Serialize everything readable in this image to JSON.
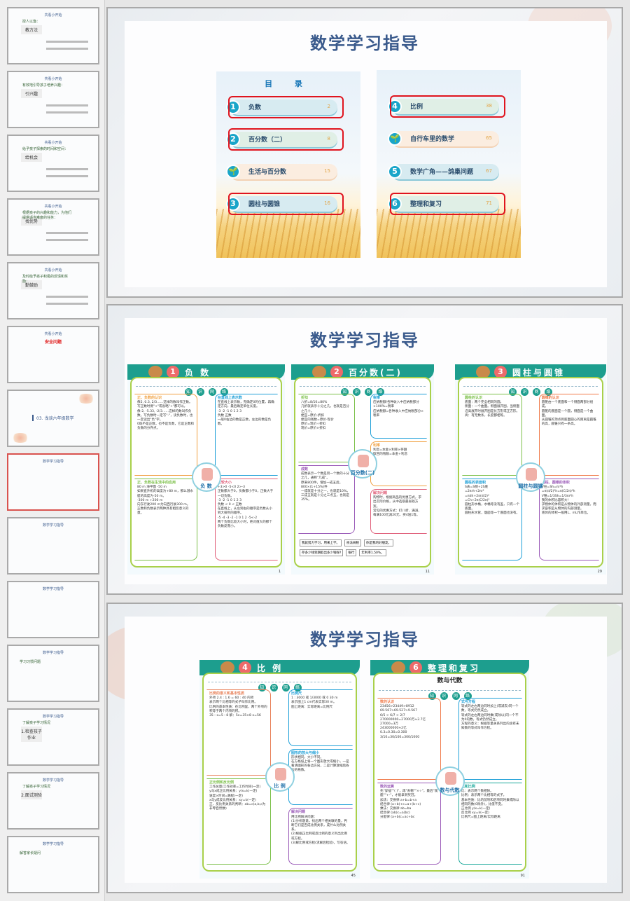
{
  "sidebar": {
    "thumbs": [
      {
        "head": "共看小开始",
        "title": "教方法",
        "text": "授人以渔："
      },
      {
        "head": "共看小开始",
        "title": "引兴趣",
        "text": "有效地引导孩子培养兴趣："
      },
      {
        "head": "共看小开始",
        "title": "给机会",
        "text": "给予孩子探索的时间和空间："
      },
      {
        "head": "共看小开始",
        "title": "找优势",
        "text": "根据孩子的兴趣和能力，为他们提供适当难度的任务："
      },
      {
        "head": "共看小开始",
        "title": "勤鼓励",
        "text": "及时给予孩子积极的反馈和奖励："
      },
      {
        "head": "共看小开始",
        "red": "安全问题"
      },
      {
        "section": "03. 浅谈六年级数学"
      },
      {
        "head": "数学学习指导",
        "selected": true
      },
      {
        "head": "数学学习指导"
      },
      {
        "head": "数学学习指导"
      },
      {
        "head": "数学学习指导",
        "text": "学习习惯问题"
      },
      {
        "head": "数学学习指导",
        "text": "了解孩子学习情况",
        "title": "1.检查孩子作业"
      },
      {
        "head": "数学学习指导",
        "text": "了解孩子学习情况",
        "title": "2.面试测验"
      },
      {
        "head": "数学学习指导",
        "text": "解答家长疑问"
      }
    ]
  },
  "slide1": {
    "title": "数学学习指导",
    "toc_heading": "目 录",
    "left_items": [
      {
        "num": "1",
        "label": "负数",
        "page": "2",
        "style": "blue",
        "highlight": true
      },
      {
        "num": "2",
        "label": "百分数（二）",
        "page": "8",
        "style": "green",
        "highlight": true
      },
      {
        "num": "🌱",
        "label": "生活与百分数",
        "page": "15",
        "style": "orange",
        "highlight": false
      },
      {
        "num": "3",
        "label": "圆柱与圆锥",
        "page": "16",
        "style": "blue",
        "highlight": true
      }
    ],
    "right_items": [
      {
        "num": "4",
        "label": "比例",
        "page": "38",
        "style": "green",
        "highlight": true
      },
      {
        "num": "🌱",
        "label": "自行车里的数学",
        "page": "65",
        "style": "orange",
        "highlight": false
      },
      {
        "num": "5",
        "label": "数学广角——鸽巢问题",
        "page": "67",
        "style": "blue",
        "highlight": false
      },
      {
        "num": "6",
        "label": "整理和复习",
        "page": "71",
        "style": "green",
        "highlight": true
      }
    ],
    "highlight_color": "#e0141e"
  },
  "slide2": {
    "title": "数学学习指导"
  },
  "slide3": {
    "title": "数学学习指导"
  },
  "net_label": [
    "知",
    "识",
    "网",
    "络"
  ],
  "cards": [
    {
      "num": "1",
      "title": "负 数",
      "center": "负 数",
      "page": "1",
      "left": [
        {
          "label": "正、负数的认识",
          "color": "#f0a040",
          "lines": [
            "像5, 0.3, 2/3……这样的数叫作正数。写正数时要\"+\"或省略\"+\"都可以。",
            "像-2, -5.33, -2/3……这样的数叫作负数。写负数时一定写\"-\"，读负数时，也一定读出\"负\"字。",
            "0既不是正数，也不是负数，它是正数和负数的分界点。"
          ]
        },
        {
          "label": "正、负数在生活中的应用",
          "color": "#7cc04a",
          "lines": [
            "80 m 海平面 -50 m",
            "如果直升机的高度为+80 m，那么潜水艇的高度为-50 m。",
            "-300 m  +200 m",
            "向东行驶200 m为向西行驶300 m。",
            "正数和负数表示两种具有相反意义的量。"
          ]
        }
      ],
      "right": [
        {
          "label": "在直线上表示数",
          "color": "#1fa0d8",
          "lines": [
            "在直线上表示数，先确定0的位置，再确定方向，最后确定单位长度。",
            "-3 -2 -1 0 1 2 3",
            "负数 正数",
            "一般0右边的数是正数，左边的数是负数。"
          ]
        },
        {
          "label": "比较大小",
          "color": "#e0607a",
          "lines": [
            "+3>0  -5<0  2>-3",
            "正数都大于0，负数都小于0，正数大于一切负数。",
            "-3 -2 -1 0 1 2 3",
            "负数 < 0 < 正数",
            "在直线上，从左到右的顺序是负数从小到大排列的顺序。",
            "-5 -4 -3 -2 -1 0 1 2  -5<-2",
            "两个负数比较大小时，绝对值大的那个负数反而小。"
          ]
        }
      ]
    },
    {
      "num": "2",
      "title": "百分数(二)",
      "center": "百分数(二)",
      "page": "11",
      "left": [
        {
          "label": "折扣",
          "color": "#7cc04a",
          "lines": [
            "八折=8/10=80%",
            "几折就表示十分之几，也就是百分之几十。",
            "便宜=原价-折扣",
            "便宜的钱数=原价-现价",
            "原价=现价÷折扣",
            "现价=原价×折扣"
          ]
        },
        {
          "label": "成数",
          "color": "#9a5ab8",
          "lines": [
            "成数表示一个数是另一个数的十分之几，通称\"几成\"。",
            "原来800件，增加一成五后，800×(1+15%)件",
            "一成就是十分之一，也就是10%。三成五就是十分之三点五，也就是35%。"
          ]
        }
      ],
      "right": [
        {
          "label": "税率",
          "color": "#1fa0d8",
          "lines": [
            "应纳税额/各种收入中应纳税部分×100%=税率",
            "应纳税额=各种收入中应纳税部分×税率"
          ]
        },
        {
          "label": "利率",
          "color": "#f0a040",
          "lines": [
            "利息=本金×利率×存期",
            "取回的钱数=本金+利息"
          ]
        },
        {
          "label": "解决问题",
          "color": "#e0607a",
          "lines": [
            "购物时，根据商品的优惠方式，求出实际价格，从中选取最省钱方案。",
            "常见的优惠方式：打八折、满减、每满100元减20元、买4送1等。"
          ]
        }
      ],
      "notes": [
        "我就努力学习，用来上学。",
        "依法纳税",
        "你是我的好朋友。",
        "存多少钱到期取出多少钱呢?",
        "银行",
        "年利率1.50%。"
      ]
    },
    {
      "num": "3",
      "title": "圆柱与圆锥",
      "center": "圆柱与圆锥",
      "page": "29",
      "left": [
        {
          "label": "圆柱的认识",
          "color": "#7cc04a",
          "lines": [
            "底面：两个完全相同的圆。",
            "侧面：一个曲面。侧面展开图，当侧面沿高展开时展开图是长方形或正方形。",
            "高：有无数条，长度都相等。"
          ]
        },
        {
          "label": "圆柱的表面积",
          "color": "#1fa0d8",
          "lines": [
            "S表=S侧+2S底",
            "=2πrh+2πr²",
            "=πdh+2π(d/2)²",
            "=Ch+2π(C/2π)²",
            "圆柱形水桶，水桶等没有盖，只有一个底面。",
            "圆柱形水管，烟囱等一个底面也没有。"
          ]
        }
      ],
      "right": [
        {
          "label": "圆锥的认识",
          "color": "#f07a4a",
          "lines": [
            "圆锥由一个底面和一个侧面两部分组成。",
            "圆锥的底面是一个圆，侧面是一个曲面。",
            "从圆锥的顶点到底面圆心的距离是圆锥的高，圆锥只有一条高。"
          ]
        },
        {
          "label": "圆柱、圆锥的体积",
          "color": "#9a5ab8",
          "lines": [
            "V柱=Sh=πr²h",
            "=π(d/2)²h=π(C/2π)²h",
            "V锥=1/3Sh=1/3πr²h",
            "我的体积比容积大!",
            "求物体的体积是从物体的外部测量，而求容积是从物体的内部测量。",
            "液体的体积一般用L、mL作单位。"
          ]
        }
      ]
    },
    {
      "num": "4",
      "title": "比 例",
      "center": "比 例",
      "page": "45",
      "left": [
        {
          "label": "比例的意义和基本性质",
          "color": "#e8825a",
          "lines": [
            "外项 2.4 : 1.6 = 60 : 40 内项",
            "表示两个比相等的式子叫作比例。",
            "比例的基本性质：在比例里，两个外项的积等于两个内项的积。",
            "35 : x=5 : 8  解：5x=35×8  x=56"
          ]
        },
        {
          "label": "正比例和反比例",
          "color": "#7cc04a",
          "lines": [
            "工作总量/工作效率=工作时间(一定)",
            "y与x成正比例关系：y/x=k(一定)",
            "速度×时间=路程(一定)",
            "x与y成反比例关系：xy=k(一定)",
            "正、反比例关系的判断：ab=c(a,b,c为非零自然数)"
          ]
        }
      ],
      "right": [
        {
          "label": "比例尺",
          "color": "#1fa0d8",
          "lines": [
            "1 : 3000 或 1/3000 或 0 30 m",
            "表示图上1 cm代表实际30 m。",
            "图上距离：实际距离=比例尺"
          ]
        },
        {
          "label": "图形的放大与缩小",
          "color": "#1fa0d8",
          "lines": [
            "形状相同，大小不同。",
            "在方格纸上将一个图形放大或缩小，一是看清图形的各边方向，二是计算放缩后各边的格数。"
          ]
        },
        {
          "label": "解决问题",
          "color": "#9a5ab8",
          "lines": [
            "用比例解决问题：",
            "(1)分析题意，找出两个相关联的量，判断它们是否成比例关系，成什么比例关系。",
            "(2)根据正比例或反比例的意义列出比例或方程。",
            "(3)解比例或方程(求解后检验)，写答语。"
          ]
        }
      ]
    },
    {
      "num": "6",
      "title": "整理和复习",
      "subtitle": "数与代数",
      "center": "数与代数",
      "page": "91",
      "left": [
        {
          "label": "数的认识",
          "color": "#f07a4a",
          "lines": [
            "23456>23449>8912",
            "69.567>69.527>9.567",
            "6/5 > 6/7 > 2/7",
            "270000000=27000万≈2.7亿",
            "27000=3万",
            "243000000≈2亿",
            "0.3=0.30=0.300",
            "3/10=30/100=300/1000"
          ]
        },
        {
          "label": "数的运算",
          "color": "#9a5ab8",
          "lines": [
            "先\"穿插\"\"( )\"，再\"去帽\"\"×÷\"，最后\"观鹿\"\"+-\"，才能拿到奖冠。",
            "加法：交换律 a+b=b+a",
            "结合律 (a+b)+c=a+(b+c)",
            "乘法：交换律 ab=ba",
            "结合律 (ab)c=a(bc)",
            "分配律 (a+b)c=ac+bc"
          ]
        }
      ],
      "right": [
        {
          "label": "式与方程",
          "color": "#1fa0d8",
          "lines": [
            "等式的左右两边同时加上(或减去)同一个数，等式仍然成立。",
            "等式的左右两边同时乘(或除以)同一个不为0的数，等式仍然成立。",
            "方程的意义：根据等量关系列出的含有未知数的等式叫作方程。"
          ]
        },
        {
          "label": "比和比例",
          "color": "#1aa89a",
          "lines": [
            "比：表示两个数相除。",
            "比例：表示两个比相等的式子。",
            "基本性质：比的前项和后项同时乘或除以相同的数(0除外)，比值不变。",
            "正比例 y/x=k(一定)",
            "反比例 xy=k(一定)",
            "比例尺=图上距离/实际距离"
          ]
        }
      ]
    }
  ]
}
